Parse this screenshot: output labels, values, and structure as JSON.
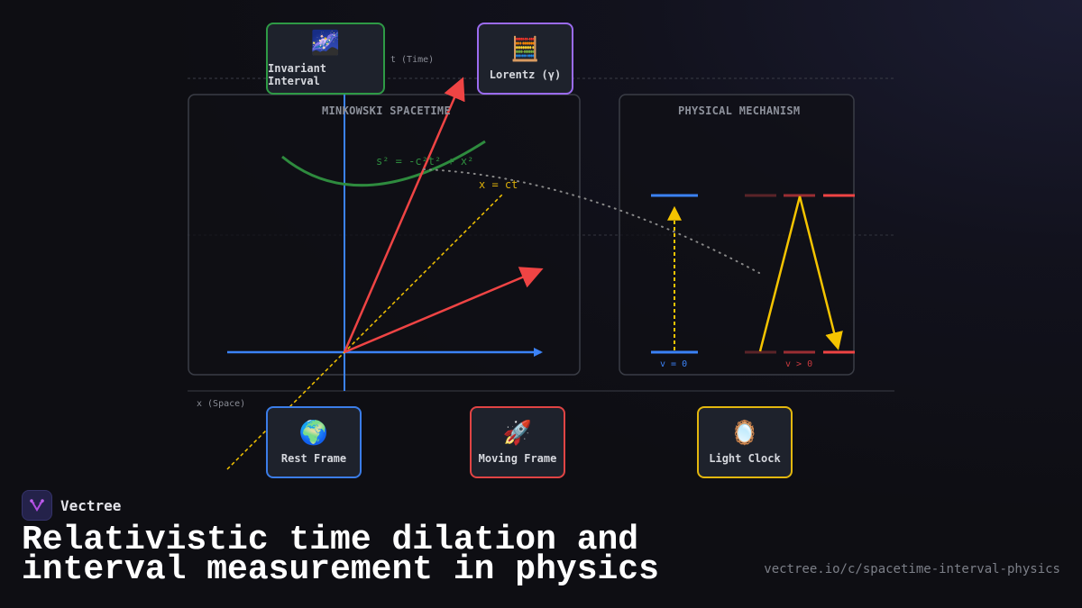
{
  "panels": {
    "spacetime_title": "MINKOWSKI SPACETIME",
    "mechanism_title": "PHYSICAL MECHANISM"
  },
  "axes": {
    "time_label": "t (Time)",
    "space_label": "x (Space)"
  },
  "equations": {
    "interval": "s² = -c²t² + x²",
    "light_cone": "x = ct"
  },
  "clock_labels": {
    "rest": "v = 0",
    "moving": "v > 0"
  },
  "cards": [
    {
      "label": "Invariant Interval",
      "icon": "🌌",
      "color": "#2e9a45"
    },
    {
      "label": "Lorentz (γ)",
      "icon": "🧮",
      "color": "#9b6bf0"
    },
    {
      "label": "Rest Frame",
      "icon": "🌍",
      "color": "#3b7de8"
    },
    {
      "label": "Moving Frame",
      "icon": "🚀",
      "color": "#e04444"
    },
    {
      "label": "Light Clock",
      "icon": "🪞",
      "color": "#e3b70e"
    }
  ],
  "colors": {
    "blue": "#3b82f6",
    "red": "#ef4444",
    "green": "#2e8b3e",
    "yellow": "#f5c400"
  },
  "brand": {
    "name": "Vectree"
  },
  "title": "Relativistic time dilation and interval measurement in physics",
  "url": "vectree.io/c/spacetime-interval-physics"
}
